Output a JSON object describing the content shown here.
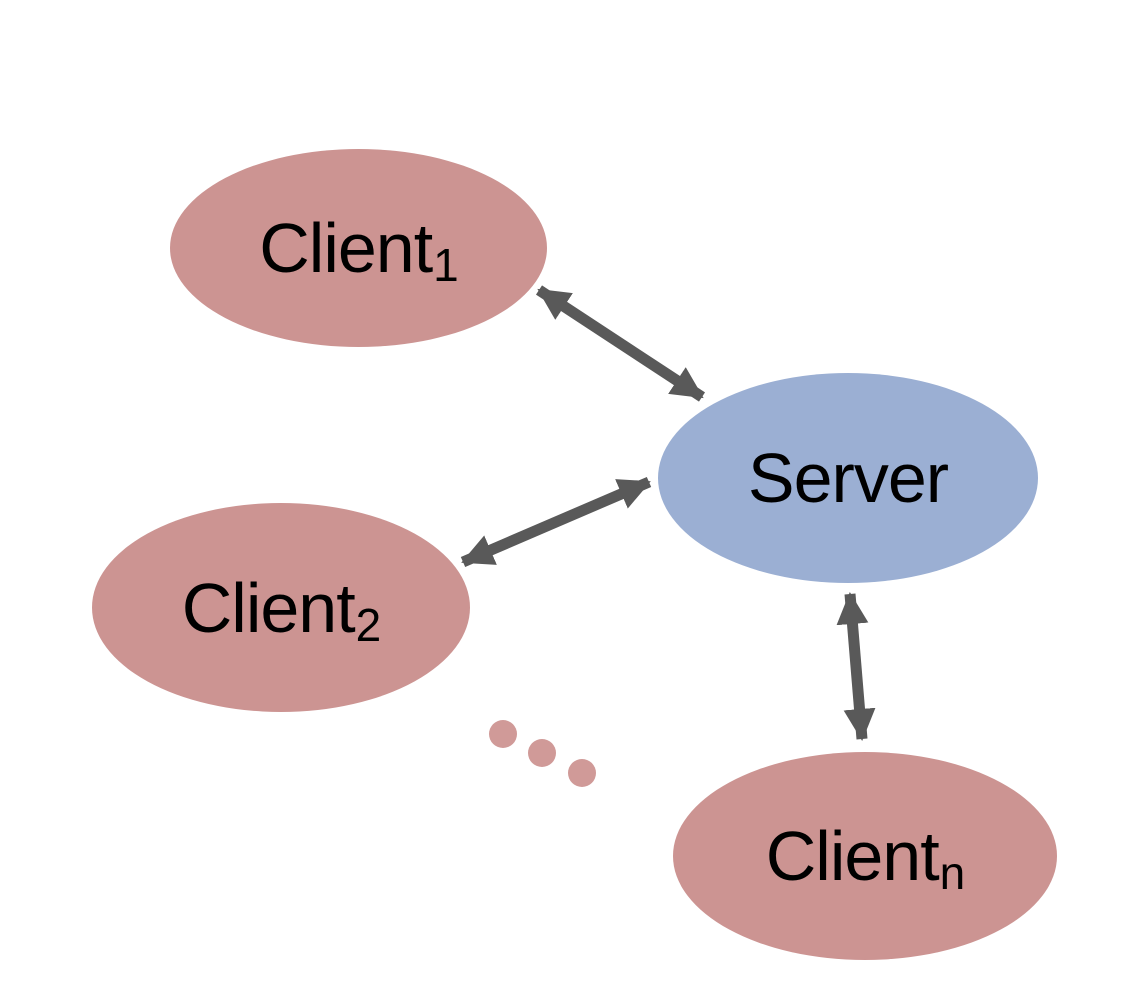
{
  "diagram": {
    "type": "client-server-topology",
    "background": "#ffffff",
    "colors": {
      "client_fill": "#cc9492",
      "server_fill": "#9bafd3",
      "arrow": "#595959",
      "dot_fill": "#d09a98",
      "text": "#000000"
    },
    "nodes": [
      {
        "id": "client1",
        "label": "Client",
        "subscript": "1",
        "role": "client"
      },
      {
        "id": "server",
        "label": "Server",
        "subscript": "",
        "role": "server"
      },
      {
        "id": "client2",
        "label": "Client",
        "subscript": "2",
        "role": "client"
      },
      {
        "id": "clientn",
        "label": "Client",
        "subscript": "n",
        "role": "client"
      }
    ],
    "edges": [
      {
        "from": "client1",
        "to": "server",
        "bidirectional": true
      },
      {
        "from": "client2",
        "to": "server",
        "bidirectional": true
      },
      {
        "from": "server",
        "to": "clientn",
        "bidirectional": true
      }
    ],
    "ellipsis_dots": {
      "count": 3,
      "meaning": "more clients"
    }
  }
}
